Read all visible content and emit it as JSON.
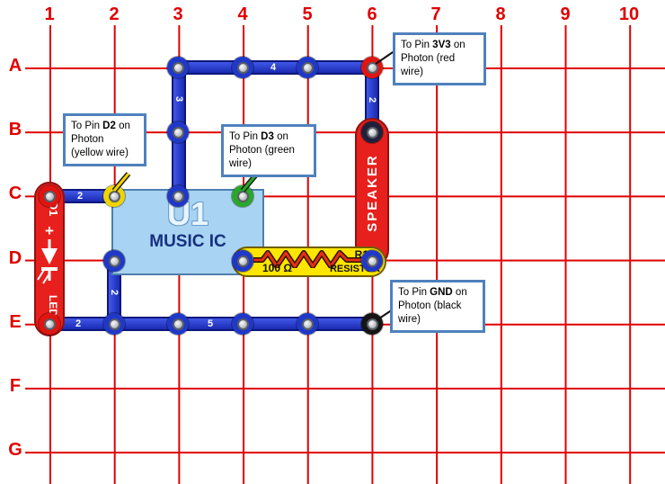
{
  "grid": {
    "columns": [
      "1",
      "2",
      "3",
      "4",
      "5",
      "6",
      "7",
      "8",
      "9",
      "10"
    ],
    "rows": [
      "A",
      "B",
      "C",
      "D",
      "E",
      "F",
      "G"
    ]
  },
  "wires": {
    "top_label": "4",
    "col3_label": "3",
    "col6_label": "2",
    "rowc_label": "2",
    "col2_label": "2",
    "bottom_left_label": "2",
    "bottom_mid_label": "5"
  },
  "ic": {
    "ref": "U1",
    "name": "MUSIC IC"
  },
  "resistor": {
    "value": "100 Ω",
    "ref": "R1",
    "name": "RESISTOR"
  },
  "speaker": {
    "name": "SPEAKER"
  },
  "led": {
    "ref": "D1",
    "polarity": "+",
    "name": "LED"
  },
  "callouts": {
    "v3v3": {
      "prefix": "To Pin ",
      "pin": "3V3",
      "suffix": " on Photon (red wire)"
    },
    "d2": {
      "prefix": "To Pin ",
      "pin": "D2",
      "suffix": " on Photon (yellow wire)"
    },
    "d3": {
      "prefix": "To Pin ",
      "pin": "D3",
      "suffix": " on Photon (green wire)"
    },
    "gnd": {
      "prefix": "To Pin ",
      "pin": "GND",
      "suffix": " on Photon (black wire)"
    }
  },
  "colors": {
    "grid": "#e00000",
    "wire_blue": "#1f35cf",
    "component_red": "#e8201d",
    "resistor_yellow": "#ffe600",
    "ic_blue": "#a8d3f2",
    "callout_border": "#4f81bd"
  }
}
